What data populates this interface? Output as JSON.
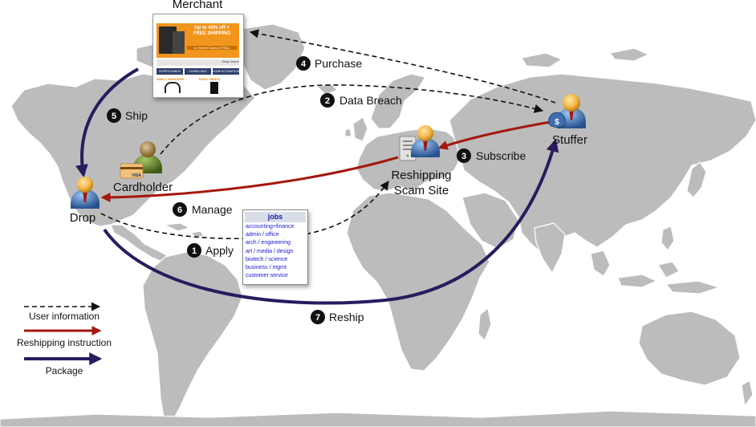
{
  "actors": {
    "merchant": "Merchant",
    "cardholder": "Cardholder",
    "drop": "Drop",
    "stuffer": "Stuffer",
    "scam_site_line1": "Reshipping",
    "scam_site_line2": "Scam Site"
  },
  "steps": [
    {
      "num": "1",
      "label": "Apply"
    },
    {
      "num": "2",
      "label": "Data Breach"
    },
    {
      "num": "3",
      "label": "Subscribe"
    },
    {
      "num": "4",
      "label": "Purchase"
    },
    {
      "num": "5",
      "label": "Ship"
    },
    {
      "num": "6",
      "label": "Manage"
    },
    {
      "num": "7",
      "label": "Reship"
    }
  ],
  "merchant_site": {
    "offer_line1": "Up to 40% off +",
    "offer_line2": "FREE SHIPPING",
    "offer_sub": "on Select Cases & PSUs",
    "shop_now": "Shop Now ▸",
    "tabs": [
      "SUPERCOMBOS",
      "DOWNLOADS",
      "HOME AUTOMATION"
    ],
    "deal1": "DAILY DEALS",
    "deal2": "SHELL SHOCKER"
  },
  "card_text": "VISA",
  "jobs": {
    "title": "jobs",
    "items": [
      "accounting+finance",
      "admin / office",
      "arch / engineering",
      "art / media / design",
      "biotech / science",
      "business / mgmt",
      "customer service"
    ]
  },
  "legend": {
    "user_information": "User information",
    "reshipping_instruction": "Reshipping instruction",
    "package": "Package"
  },
  "colors": {
    "user_information": "#111111",
    "reshipping_instruction": "#a3180f",
    "package": "#2a1a5e",
    "map_land": "#bcbcbc",
    "step_badge": "#111111"
  }
}
